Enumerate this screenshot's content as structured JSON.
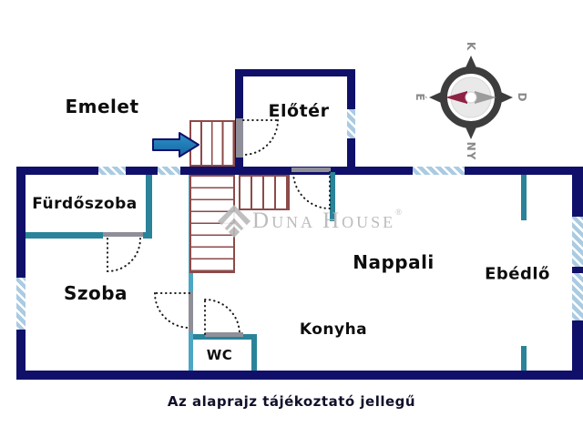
{
  "floor_plan": {
    "upper_level_label": "Emelet",
    "rooms": {
      "eloter": "Előtér",
      "furdoszoba": "Fürdőszoba",
      "szoba": "Szoba",
      "nappali": "Nappali",
      "ebedlo": "Ebédlő",
      "konyha": "Konyha",
      "wc": "WC"
    },
    "caption": "Az alaprajz tájékoztató jellegű"
  },
  "compass": {
    "top_label": "K",
    "right_label": "D",
    "bottom_label": "NY",
    "left_label": "É"
  },
  "watermark": {
    "part1": "D",
    "part2": "UNA",
    "part3": "H",
    "part4": "OUSE",
    "registered": "®"
  },
  "colors": {
    "exterior_wall": "#10106a",
    "partition_wall": "#2a8399",
    "stair_wall": "#4ba7c4",
    "stair_outline": "#8d4a49",
    "window_fill": "#aacbe2",
    "door_opening": "#8f8f9a",
    "arrow_blue": "#1779b8",
    "compass_needle_red": "#8e2242",
    "compass_needle_gray": "#9c9c9c",
    "watermark_gray": "#b9b9b9"
  }
}
